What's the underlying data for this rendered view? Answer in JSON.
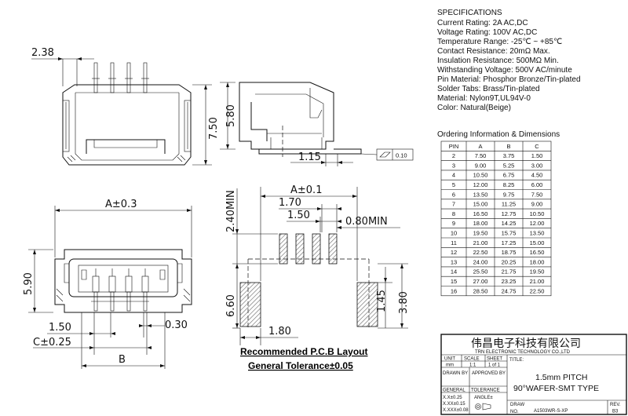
{
  "specifications": {
    "heading": "SPECIFICATIONS",
    "lines": [
      "Current Rating: 2A AC,DC",
      "Voltage Rating: 100V AC,DC",
      "Temperature Range: -25℃ ~ +85℃",
      "Contact Resistance: 20mΩ Max.",
      "Insulation Resistance: 500MΩ Min.",
      "Withstanding Voltage: 500V AC/minute",
      "Pin Material: Phosphor Bronze/Tin-plated",
      "Solder Tabs: Brass/Tin-plated",
      "Material: Nylon9T,UL94V-0",
      "Color: Natural(Beige)"
    ]
  },
  "ordering": {
    "heading": "Ordering Information & Dimensions",
    "columns": [
      "PIN",
      "A",
      "B",
      "C"
    ],
    "rows": [
      [
        "2",
        "7.50",
        "3.75",
        "1.50"
      ],
      [
        "3",
        "9.00",
        "5.25",
        "3.00"
      ],
      [
        "4",
        "10.50",
        "6.75",
        "4.50"
      ],
      [
        "5",
        "12.00",
        "8.25",
        "6.00"
      ],
      [
        "6",
        "13.50",
        "9.75",
        "7.50"
      ],
      [
        "7",
        "15.00",
        "11.25",
        "9.00"
      ],
      [
        "8",
        "16.50",
        "12.75",
        "10.50"
      ],
      [
        "9",
        "18.00",
        "14.25",
        "12.00"
      ],
      [
        "10",
        "19.50",
        "15.75",
        "13.50"
      ],
      [
        "11",
        "21.00",
        "17.25",
        "15.00"
      ],
      [
        "12",
        "22.50",
        "18.75",
        "16.50"
      ],
      [
        "13",
        "24.00",
        "20.25",
        "18.00"
      ],
      [
        "14",
        "25.50",
        "21.75",
        "19.50"
      ],
      [
        "15",
        "27.00",
        "23.25",
        "21.00"
      ],
      [
        "16",
        "28.50",
        "24.75",
        "22.50"
      ]
    ]
  },
  "dims": {
    "d238": "2.38",
    "d580": "5.80",
    "d750": "7.50",
    "d115": "1.15",
    "flatness": "0.10",
    "a03": "A±0.3",
    "d590": "5.90",
    "d150a": "1.50",
    "d030": "0.30",
    "c025": "C±0.25",
    "b": "B",
    "d240": "2.40MIN",
    "a01": "A±0.1",
    "d170": "1.70",
    "d150b": "1.50",
    "d080": "0.80MIN",
    "d660": "6.60",
    "d180": "1.80",
    "d145": "1.45",
    "d380": "3.80"
  },
  "pcb": {
    "recommended": "Recommended P.C.B Layout",
    "tolerance": "General Tolerance±0.05"
  },
  "title_block": {
    "company_cn": "伟昌电子科技有限公司",
    "company_en": "TRN ELECTRONIC TECHNOLOGY CO.,LTD",
    "unit": "UNIT",
    "scale": "SCALE",
    "sheet": "SHEET",
    "title_label": "TITLE:",
    "mm": "mm",
    "scale_val": "1:1",
    "sheet_val": "1 of 1",
    "drawn_by": "DRAWN BY",
    "approved_by": "APPROVED BY",
    "title_line1": "1.5mm PITCH",
    "title_line2": "90°WAFER-SMT TYPE",
    "general": "GENERAL",
    "tolerance": "TOLERANCE",
    "tol1": "X.X±0.25",
    "tol2": "X.XX±0.15",
    "tol3": "X.XXX±0.08",
    "angle": "ANGLE±",
    "draw": "DRAW",
    "no": "NO.",
    "drawing_no": "A1503WR-S-XP",
    "rev": "REV.",
    "rev_val": "B3"
  }
}
